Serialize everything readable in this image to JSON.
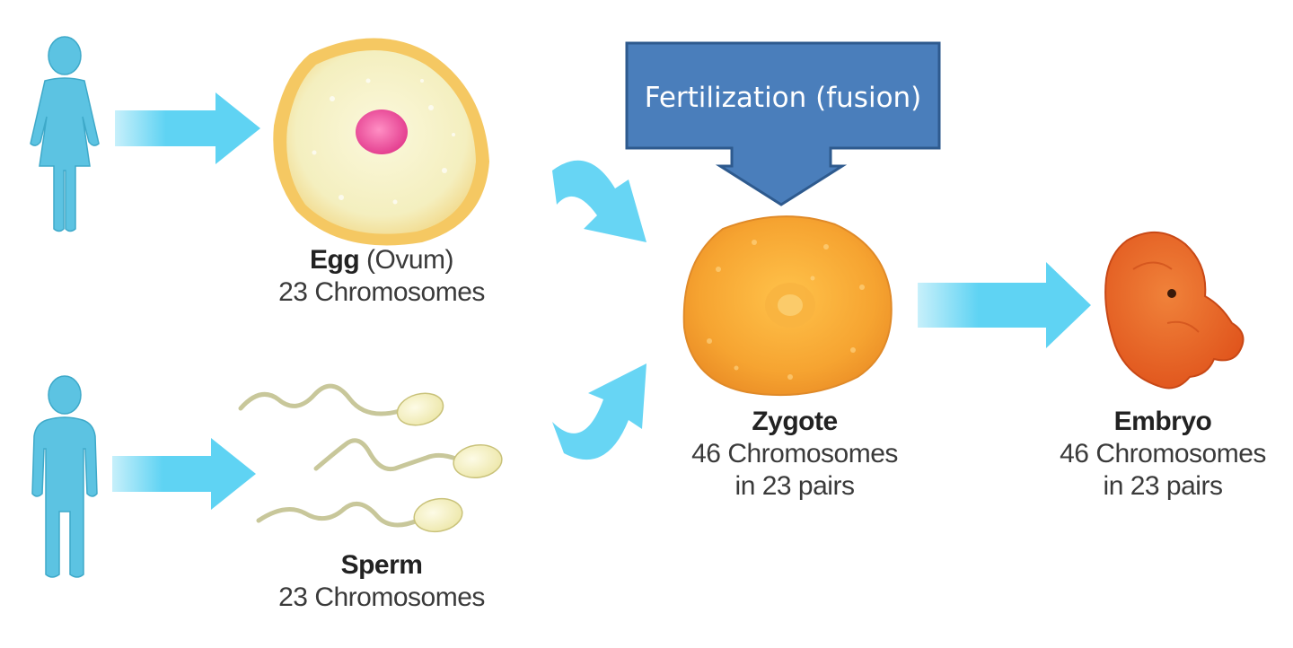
{
  "callout": {
    "text": "Fertilization (fusion)"
  },
  "egg": {
    "name": "Egg",
    "qualifier": "(Ovum)",
    "count": "23 Chromosomes"
  },
  "sperm": {
    "name": "Sperm",
    "count": "23 Chromosomes"
  },
  "zygote": {
    "name": "Zygote",
    "count": "46 Chromosomes",
    "pairs": "in 23 pairs"
  },
  "embryo": {
    "name": "Embryo",
    "count": "46 Chromosomes",
    "pairs": "in 23 pairs"
  },
  "colors": {
    "arrow": "#5fd3f3",
    "person": "#5cc3e2",
    "callout_fill": "#4a7ebb",
    "callout_stroke": "#2e5a8e",
    "egg_fill": "#f7f1c4",
    "egg_rim": "#f4c766",
    "nucleus": "#e64c9a",
    "zygote": "#f4a233",
    "embryo": "#e86a24"
  },
  "icons": [
    "female-person-icon",
    "male-person-icon",
    "arrow-icon",
    "sperm-icon"
  ]
}
